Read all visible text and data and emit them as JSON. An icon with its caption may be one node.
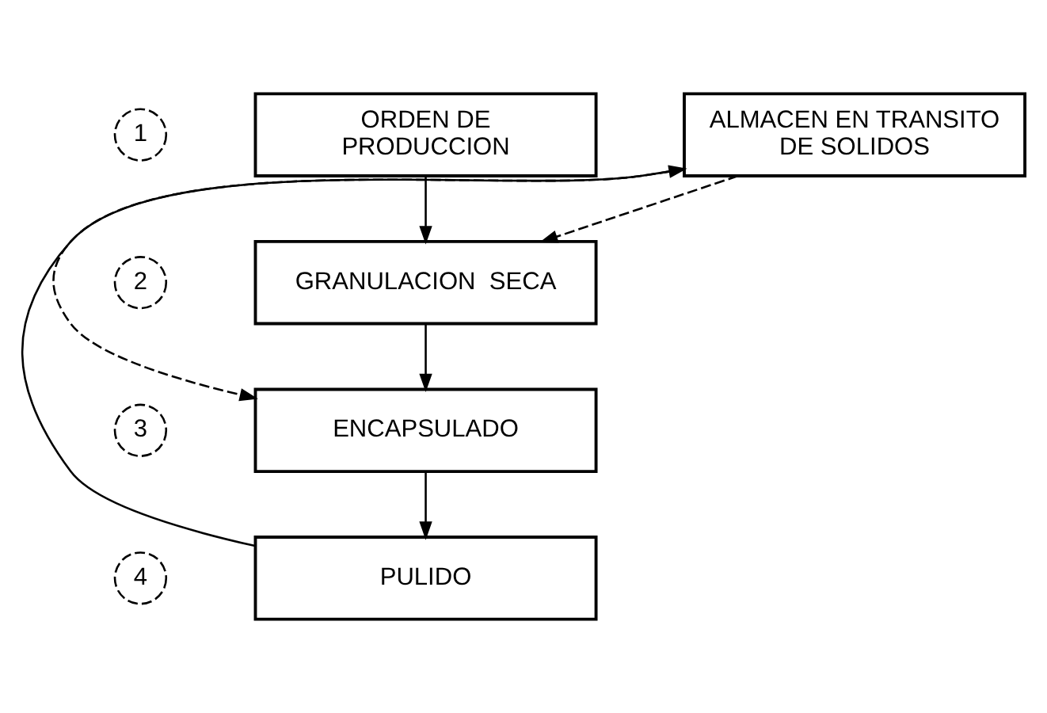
{
  "diagram": {
    "nodes": [
      {
        "text": [
          "1"
        ]
      },
      {
        "text": [
          "ORDEN DE PRODUCCION"
        ]
      },
      {
        "text": [
          "ALMACEN EN TRANSITO DE SOLIDOS"
        ]
      },
      {
        "text": [
          "2"
        ]
      },
      {
        "text": [
          "GRANULACION  SECA"
        ]
      },
      {
        "text": [
          "3"
        ]
      },
      {
        "text": [
          "ENCAPSULADO"
        ]
      },
      {
        "text": [
          "4"
        ]
      },
      {
        "text": [
          "PULIDO"
        ]
      }
    ],
    "edges": [
      {
        "from": 1,
        "to": 4,
        "arrow": "to"
      },
      {
        "from": 4,
        "to": 6,
        "arrow": "to"
      },
      {
        "from": 6,
        "to": 8,
        "arrow": "to"
      },
      {
        "from": 8,
        "to": 2,
        "arrow": "to"
      },
      {
        "from": 2,
        "to": 4,
        "arrow": "to",
        "style": "dashed"
      },
      {
        "from": 2,
        "to": 6,
        "arrow": "to",
        "style": "dashed"
      }
    ]
  }
}
